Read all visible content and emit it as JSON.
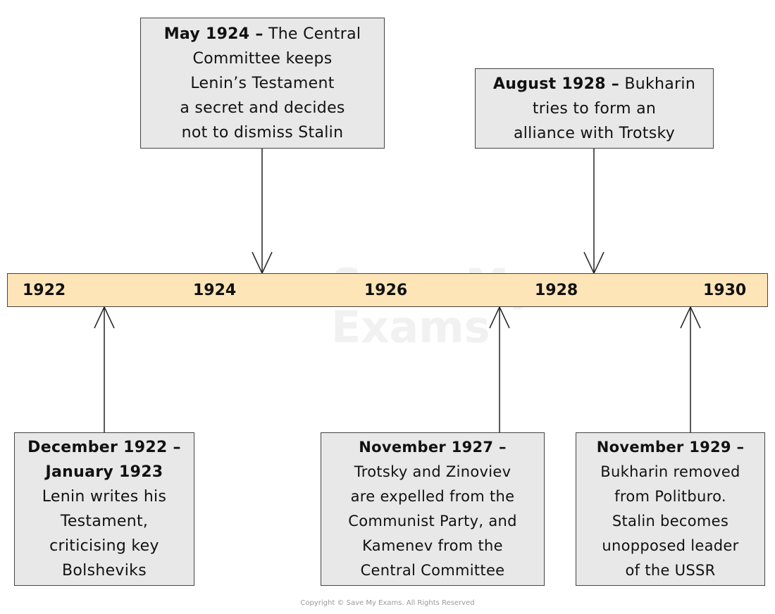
{
  "timeline": {
    "years": [
      "1922",
      "1924",
      "1926",
      "1928",
      "1930"
    ]
  },
  "events": {
    "may1924": {
      "date": "May 1924 –",
      "lines": [
        "The Central",
        "Committee keeps",
        "Lenin’s Testament",
        "a secret and decides",
        "not to dismiss Stalin"
      ]
    },
    "aug1928": {
      "date": "August 1928 –",
      "lines": [
        "Bukharin",
        "tries to form an",
        "alliance with Trotsky"
      ]
    },
    "dec1922": {
      "date_lines": [
        "December 1922 –",
        "January 1923"
      ],
      "lines": [
        "Lenin writes his",
        "Testament,",
        "criticising key",
        "Bolsheviks"
      ]
    },
    "nov1927": {
      "date": "November 1927 –",
      "lines": [
        "Trotsky and Zinoviev",
        "are expelled from the",
        "Communist Party, and",
        "Kamenev from the",
        "Central Committee"
      ]
    },
    "nov1929": {
      "date": "November 1929 –",
      "lines": [
        "Bukharin removed",
        "from Politburo.",
        "Stalin becomes",
        "unopposed leader",
        "of the USSR"
      ]
    }
  },
  "watermark": [
    "Save My",
    "Exams"
  ],
  "copyright": "Copyright © Save My Exams. All Rights Reserved",
  "colors": {
    "bar": "#fde5b8",
    "box": "#e8e8e8",
    "stroke": "#444444"
  }
}
